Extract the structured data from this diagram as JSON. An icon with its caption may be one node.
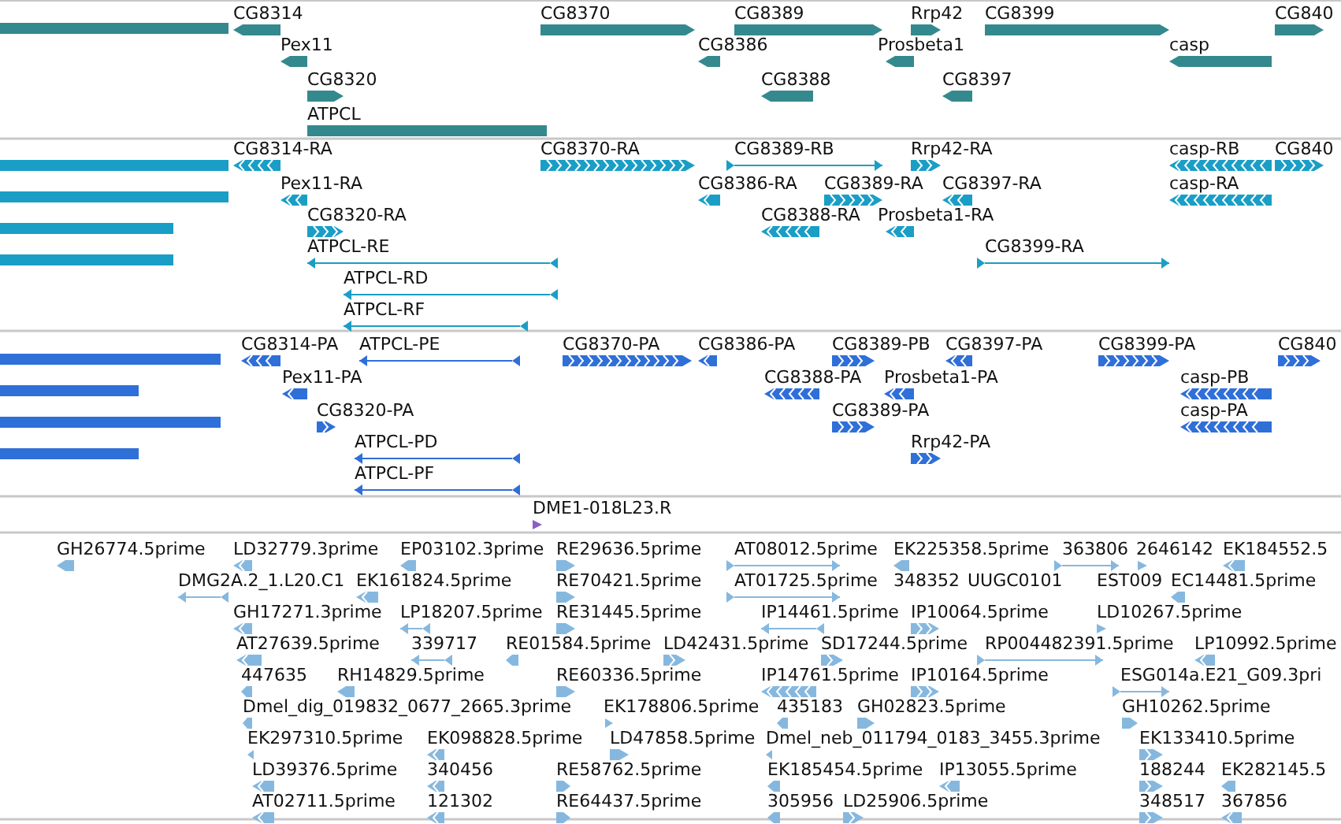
{
  "diagram": {
    "labels": [
      "CG8314",
      "CG8370",
      "CG8389",
      "Rrp42",
      "CG8399",
      "CG840",
      "Pex11",
      "CG8386",
      "Prosbeta1",
      "casp",
      "CG8320",
      "CG8388",
      "CG8397",
      "ATPCL",
      "CG8314-RA",
      "CG8370-RA",
      "CG8389-RB",
      "Rrp42-RA",
      "casp-RB",
      "CG840",
      "Pex11-RA",
      "CG8386-RA",
      "CG8389-RA",
      "CG8397-RA",
      "casp-RA",
      "CG8320-RA",
      "CG8388-RA",
      "Prosbeta1-RA",
      "ATPCL-RE",
      "CG8399-RA",
      "ATPCL-RD",
      "ATPCL-RF",
      "CG8314-PA",
      "ATPCL-PE",
      "CG8370-PA",
      "CG8386-PA",
      "CG8389-PB",
      "CG8397-PA",
      "CG8399-PA",
      "CG840",
      "Pex11-PA",
      "CG8388-PA",
      "Prosbeta1-PA",
      "casp-PB",
      "CG8320-PA",
      "CG8389-PA",
      "casp-PA",
      "ATPCL-PD",
      "Rrp42-PA",
      "ATPCL-PF",
      "DME1-018L23.R",
      "GH26774.5prime",
      "LD32779.3prime",
      "EP03102.3prime",
      "RE29636.5prime",
      "AT08012.5prime",
      "EK225358.5prime",
      "363806",
      "2646142",
      "EK184552.5",
      "DMG2A.2_1.L20.C1",
      "EK161824.5prime",
      "RE70421.5prime",
      "AT01725.5prime",
      "348352",
      "UUGC0101",
      "EST009",
      "EC14481.5prime",
      "GH17271.3prime",
      "LP18207.5prime",
      "RE31445.5prime",
      "IP14461.5prime",
      "IP10064.5prime",
      "LD10267.5prime",
      "AT27639.5prime",
      "339717",
      "RE01584.5prime",
      "LD42431.5prime",
      "SD17244.5prime",
      "RP004482391.5prime",
      "LP10992.5prime",
      "447635",
      "RH14829.5prime",
      "RE60336.5prime",
      "IP14761.5prime",
      "IP10164.5prime",
      "ESG014a.E21_G09.3pri",
      "Dmel_dig_019832_0677_2665.3prime",
      "EK178806.5prime",
      "435183",
      "GH02823.5prime",
      "GH10262.5prime",
      "EK297310.5prime",
      "EK098828.5prime",
      "LD47858.5prime",
      "Dmel_neb_011794_0183_3455.3prime",
      "EK133410.5prime",
      "LD39376.5prime",
      "340456",
      "RE58762.5prime",
      "EK185454.5prime",
      "IP13055.5prime",
      "188244",
      "EK282145.5",
      "AT02711.5prime",
      "121302",
      "RE64437.5prime",
      "305956",
      "LD25906.5prime",
      "348517",
      "367856"
    ]
  }
}
